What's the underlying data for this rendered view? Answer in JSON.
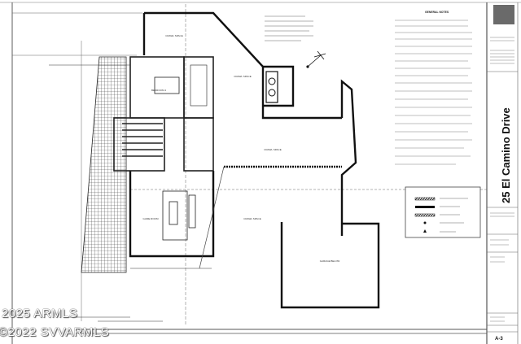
{
  "plan": {
    "rooms": {
      "crawl_space_top": "CRAWL SPACE",
      "crawl_space_mid": "CRAWL SPACE",
      "crawl_space_center": "CRAWL SPACE",
      "crawl_space_lower": "CRAWL SPACE",
      "bedroom": "BEDROOM 4",
      "game_room": "GAME ROOM",
      "garage": "GARAGE BELOW"
    },
    "general_notes_title": "GENERAL NOTES"
  },
  "title_block": {
    "project_name": "25 El Camino Drive",
    "sheet_number": "A-3"
  },
  "watermark": {
    "line1": "2025 ARMLS",
    "line2": "©2022 SVVARMLS"
  },
  "colors": {
    "line": "#222222",
    "hatch": "#555555"
  }
}
